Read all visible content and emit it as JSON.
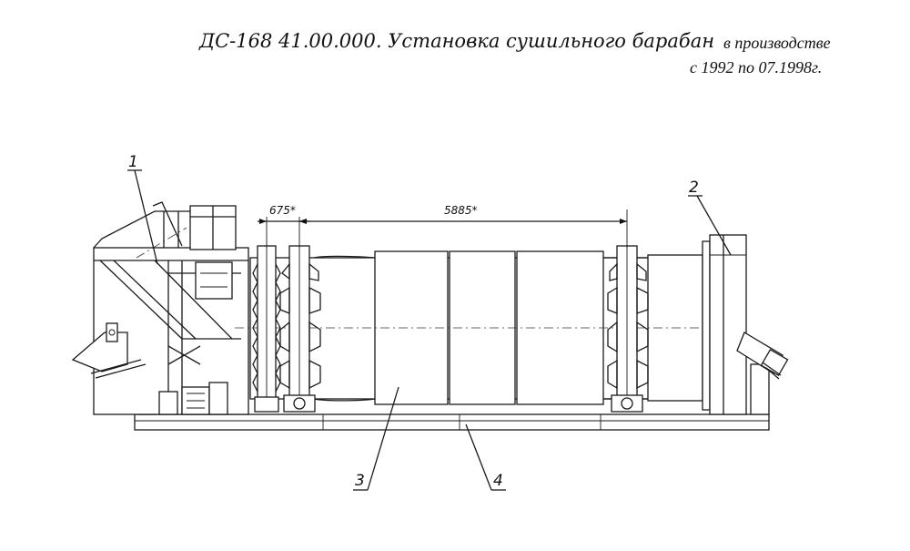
{
  "header": {
    "title": "ДС-168 41.00.000. Установка сушильного барабан",
    "production_line1": "в производстве",
    "production_line2": "с 1992 по 07.1998г."
  },
  "drawing": {
    "callouts": [
      "1",
      "2",
      "3",
      "4"
    ],
    "dimensions": [
      "675*",
      "5885*"
    ]
  }
}
